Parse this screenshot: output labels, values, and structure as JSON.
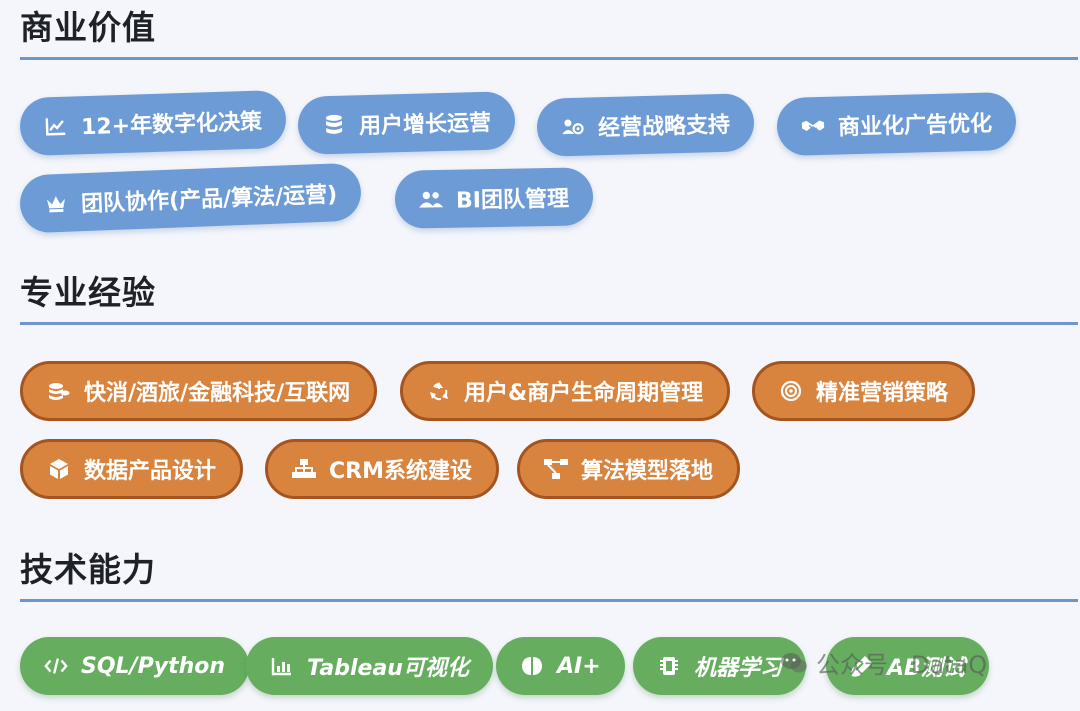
{
  "sections": [
    {
      "title": "商业价值",
      "tags": [
        {
          "label": "12+年数字化决策",
          "icon": "line-chart-icon"
        },
        {
          "label": "用户增长运营",
          "icon": "database-icon"
        },
        {
          "label": "经营战略支持",
          "icon": "users-gear-icon"
        },
        {
          "label": "商业化广告优化",
          "icon": "handshake-icon"
        },
        {
          "label": "团队协作(产品/算法/运营)",
          "icon": "crown-icon"
        },
        {
          "label": "BI团队管理",
          "icon": "users-icon"
        }
      ]
    },
    {
      "title": "专业经验",
      "tags": [
        {
          "label": "快消/酒旅/金融科技/互联网",
          "icon": "coins-icon"
        },
        {
          "label": "用户&商户生命周期管理",
          "icon": "recycle-icon"
        },
        {
          "label": "精准营销策略",
          "icon": "bullseye-icon"
        },
        {
          "label": "数据产品设计",
          "icon": "cube-icon"
        },
        {
          "label": "CRM系统建设",
          "icon": "sitemap-icon"
        },
        {
          "label": "算法模型落地",
          "icon": "project-diagram-icon"
        }
      ]
    },
    {
      "title": "技术能力",
      "tags": [
        {
          "label": "SQL/Python",
          "icon": "code-icon"
        },
        {
          "label": "Tableau可视化",
          "icon": "bar-chart-icon"
        },
        {
          "label": "AI+",
          "icon": "brain-icon"
        },
        {
          "label": "机器学习",
          "icon": "microchip-icon"
        },
        {
          "label": "AB测试",
          "icon": "flask-icon"
        }
      ]
    }
  ],
  "watermark": {
    "text": "公众号 · DataQ",
    "icon": "wechat-icon"
  },
  "colors": {
    "rule": "#6b97cc",
    "blue_tag": "#6d9bd6",
    "orange_tag": "#d8843f",
    "orange_border": "#a6541f",
    "green_tag": "#66ad5f",
    "title": "#1e2226",
    "background": "#f4f6fb"
  }
}
